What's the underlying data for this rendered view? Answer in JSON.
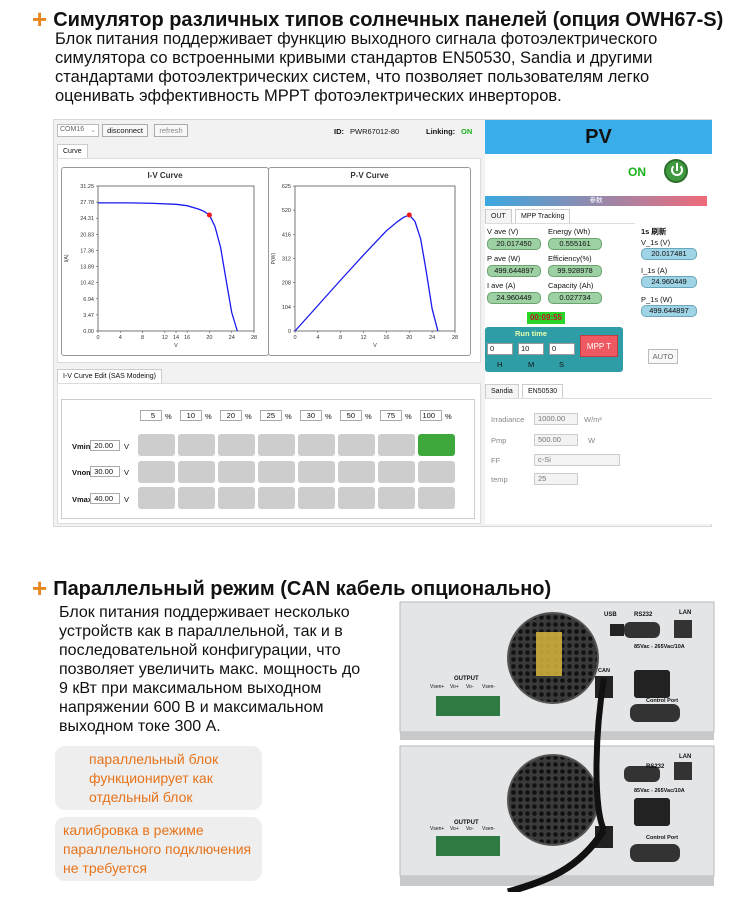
{
  "section1": {
    "title": "Симулятор различных типов солнечных панелей (опция OWH67-S)",
    "lines": [
      "Блок питания поддерживает функцию выходного сигнала фотоэлектрического",
      "симулятора со встроенными кривыми стандартов EN50530, Sandia и другими",
      "стандартами фотоэлектрических систем, что позволяет пользователям легко",
      "оценивать эффективность MPPT фотоэлектрических инверторов."
    ]
  },
  "app": {
    "port": "COM16",
    "disconnect": "disconnect",
    "refresh": "refresh",
    "id_label": "ID:",
    "id_value": "PWR67012-80",
    "linking_label": "Linking:",
    "linking_value": "ON",
    "curve_tab": "Curve",
    "iv_title": "I-V Curve",
    "pv_title": "P-V Curve",
    "iv_ylabel": "I(A)",
    "pv_ylabel": "P(W)",
    "xlabel": "V",
    "pv_label": "PV",
    "on_label": "ON",
    "param_label": "参数",
    "tab_out": "OUT",
    "tab_mpp": "MPP Tracking",
    "v_ave_label": "V ave (V)",
    "v_ave": "20.017450",
    "energy_label": "Energy (Wh)",
    "energy": "0.555161",
    "p_ave_label": "P ave (W)",
    "p_ave": "499.644897",
    "eff_label": "Efficiency(%)",
    "eff": "99.928978",
    "i_ave_label": "I ave (A)",
    "i_ave": "24.960449",
    "cap_label": "Capacity (Ah)",
    "cap": "0.027734",
    "timer": "00:09:55",
    "refresh_label": "1s 刷新",
    "v1s_label": "V_1s (V)",
    "v1s": "20.017481",
    "i1s_label": "I_1s (A)",
    "i1s": "24.960449",
    "p1s_label": "P_1s (W)",
    "p1s": "499.644897",
    "runtime_label": "Run time",
    "h_val": "0",
    "m_val": "10",
    "s_val": "0",
    "h_label": "H",
    "m_label": "M",
    "s_label": "S",
    "mpp_btn": "MPP T",
    "auto_btn": "AUTO",
    "tab_sandia": "Sandia",
    "tab_en": "EN50530",
    "irr_label": "Irradiance",
    "irr_value": "1000.00",
    "irr_unit": "W/m²",
    "pmp_label": "Pmp",
    "pmp_value": "500.00",
    "pmp_unit": "W",
    "ff_label": "FF",
    "ff_value": "c-Si",
    "temp_label": "temp",
    "temp_value": "25",
    "iv_edit_tab": "I-V Curve Edit (SAS Modeing)",
    "pct_values": [
      "5",
      "10",
      "20",
      "25",
      "30",
      "50",
      "75",
      "100"
    ],
    "pct_unit": "%",
    "vmin_label": "Vmin",
    "vmin_value": "20.00",
    "vnom_label": "Vnom",
    "vnom_value": "30.00",
    "vmax_label": "Vmax",
    "vmax_value": "40.00",
    "v_unit": "V",
    "active_cell_row": 0,
    "active_cell_col": 7
  },
  "chart_data": [
    {
      "type": "line",
      "title": "I-V Curve",
      "xlabel": "V",
      "ylabel": "I(A)",
      "xlim": [
        0,
        28
      ],
      "ylim": [
        0,
        31.25
      ],
      "xticks": [
        "0",
        "4",
        "8",
        "12",
        "14",
        "16",
        "20",
        "24",
        "28"
      ],
      "yticks": [
        "0.00",
        "3.47",
        "6.94",
        "10.42",
        "13.89",
        "17.36",
        "20.83",
        "24.31",
        "27.78",
        "31.25"
      ],
      "x": [
        0,
        6,
        10,
        14,
        16,
        18,
        19,
        20,
        21,
        22,
        23,
        24,
        25
      ],
      "y": [
        27.6,
        27.6,
        27.5,
        27.3,
        27,
        26.3,
        25.8,
        25,
        22.5,
        18,
        11,
        4,
        0
      ],
      "mpp": {
        "x": 20,
        "y": 25
      }
    },
    {
      "type": "line",
      "title": "P-V Curve",
      "xlabel": "V",
      "ylabel": "P(W)",
      "xlim": [
        0,
        28
      ],
      "ylim": [
        0,
        625
      ],
      "xticks": [
        "0",
        "4",
        "8",
        "12",
        "16",
        "20",
        "24",
        "28"
      ],
      "yticks": [
        "0",
        "104",
        "208",
        "312",
        "416",
        "520",
        "625"
      ],
      "x": [
        0,
        4,
        8,
        12,
        16,
        18,
        19,
        20,
        21,
        22,
        23,
        24,
        25
      ],
      "y": [
        0,
        110,
        220,
        328,
        432,
        473,
        490,
        500,
        472,
        396,
        253,
        96,
        0
      ],
      "mpp": {
        "x": 20,
        "y": 500
      }
    }
  ],
  "section2": {
    "title": "Параллельный режим (CAN кабель опционально)",
    "lines": [
      "Блок питания поддерживает несколько",
      "устройств как в параллельной, так и в",
      "последовательной конфигурации, что",
      "позволяет увеличить макс. мощность до",
      "9 кВт при максимальном выходном",
      "напряжении 600 В и максимальном",
      "выходном токе 300 А."
    ],
    "note1": [
      "параллельный блок",
      "функционирует как",
      "отдельный блок"
    ],
    "note2": [
      "калибровка в режиме",
      "параллельного подключения",
      "не требуется"
    ]
  },
  "hardware": {
    "usb": "USB",
    "rs232": "RS232",
    "lan": "LAN",
    "can": "CAN",
    "ac": "85Vac - 265Vac/10A",
    "control": "Control Port",
    "output": "OUTPUT",
    "terminals": [
      "Vsen+",
      "Vo+",
      "Vo-",
      "Vsen-"
    ]
  },
  "colors": {
    "accent": "#e8871e",
    "pv_blue": "#3aaeea",
    "green": "#3fa83c"
  }
}
